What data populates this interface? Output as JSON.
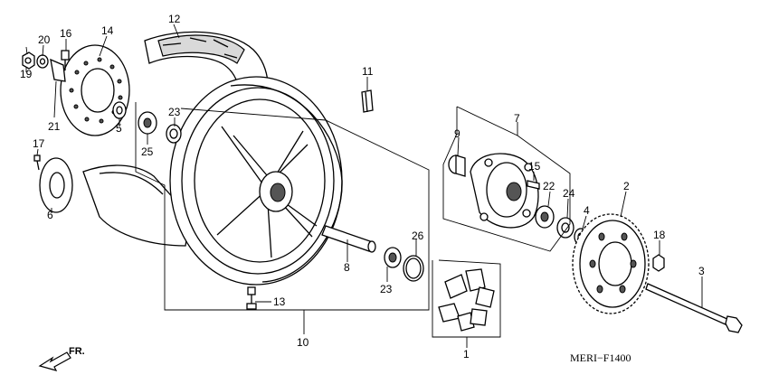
{
  "diagram_code": "MERI−F1400",
  "direction_label": "FR.",
  "parts": {
    "p1": "1",
    "p2": "2",
    "p3": "3",
    "p4": "4",
    "p5": "5",
    "p6": "6",
    "p7": "7",
    "p8": "8",
    "p9": "9",
    "p10": "10",
    "p11": "11",
    "p12": "12",
    "p13": "13",
    "p14": "14",
    "p15": "15",
    "p16": "16",
    "p17": "17",
    "p18": "18",
    "p19": "19",
    "p20": "20",
    "p21": "21",
    "p22": "22",
    "p23a": "23",
    "p23b": "23",
    "p24": "24",
    "p25": "25",
    "p26": "26"
  }
}
